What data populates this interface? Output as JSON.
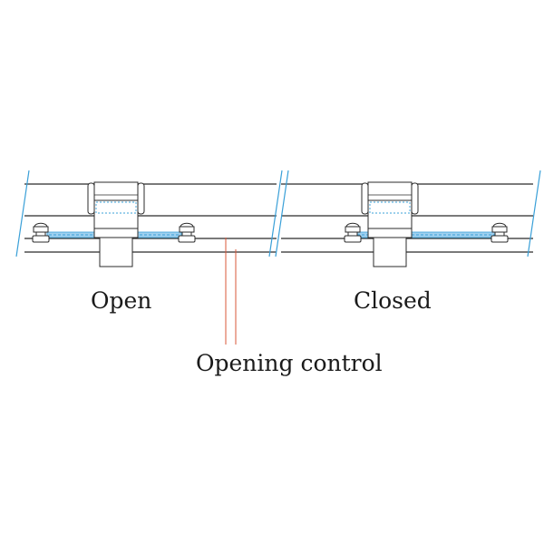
{
  "labels": {
    "open": "Open",
    "closed": "Closed",
    "control": "Opening control"
  },
  "colors": {
    "outline": "#2b2b2b",
    "blue_lines": "#3aa0d8",
    "callout": "#d9573a",
    "slide": "#9fd0ef"
  }
}
